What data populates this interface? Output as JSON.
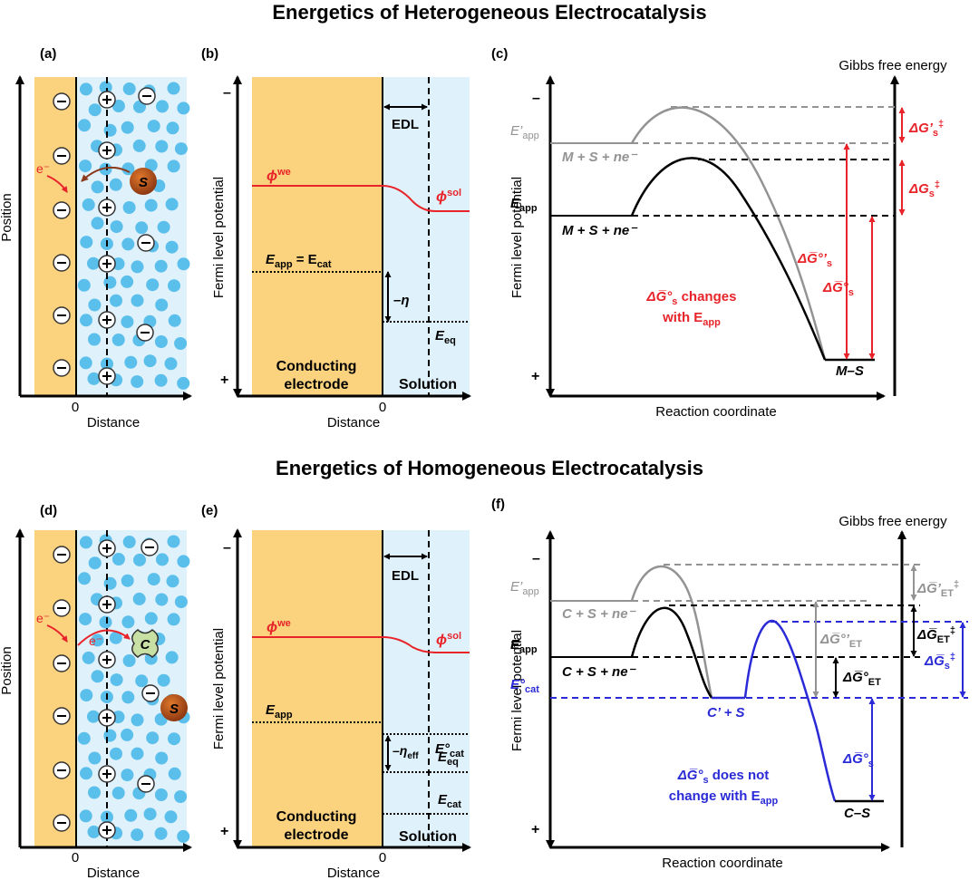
{
  "colors": {
    "electrode": "#fbd27e",
    "solution": "#dff1fa",
    "particle": "#5bbfec",
    "red": "#e8242a",
    "gray": "#939393",
    "black": "#000000",
    "blue": "#2a2ad6"
  },
  "top": {
    "title": "Energetics of Heterogeneous Electrocatalysis",
    "a": {
      "label": "(a)",
      "position": "Position",
      "zero": "0",
      "distance": "Distance",
      "electron": "e⁻",
      "species": "S"
    },
    "b": {
      "label": "(b)",
      "minus": "–",
      "plus": "+",
      "yaxis": "Fermi level potential",
      "edl": "EDL",
      "phi_we": "ϕ",
      "phi_we_sup": "we",
      "phi_sol": "ϕ",
      "phi_sol_sup": "sol",
      "eapp_ecat": "E",
      "eapp_sub": "app",
      "eapp_mid": " = E",
      "ecat_sub": "cat",
      "neg_eta": "–η",
      "eeq": "E",
      "eeq_sub": "eq",
      "electrode1": "Conducting",
      "electrode2": "electrode",
      "solution": "Solution",
      "zero": "0",
      "distance": "Distance"
    },
    "c": {
      "label": "(c)",
      "gibbs": "Gibbs free energy",
      "yaxis": "Fermi level potential",
      "minus": "–",
      "plus": "+",
      "eapp_prime": "E’",
      "eapp_prime_sub": "app",
      "eapp": "E",
      "eapp_sub": "app",
      "state_gray": "M + S + ne⁻",
      "state_black": "M + S + ne⁻",
      "product": "M–S",
      "dg_prime_ts": "ΔG’",
      "dg_prime_ts_sub": "s",
      "dg_prime_ts_sup": "‡",
      "dg_ts": "ΔG",
      "dg_ts_sub": "s",
      "dg_ts_sup": "‡",
      "dg0_prime": "ΔG̅°’",
      "dg0_prime_sub": "s",
      "dg0": "ΔG̅°",
      "dg0_sub": "s",
      "note1": "ΔG̅°",
      "note1_sub": "s",
      "note1_rest": " changes",
      "note2": "with E",
      "note2_sub": "app",
      "xaxis": "Reaction coordinate"
    }
  },
  "bottom": {
    "title": "Energetics of Homogeneous Electrocatalysis",
    "d": {
      "label": "(d)",
      "position": "Position",
      "zero": "0",
      "distance": "Distance",
      "electron1": "e⁻",
      "electron2": "e⁻",
      "catalyst": "C",
      "species": "S"
    },
    "e": {
      "label": "(e)",
      "minus": "–",
      "plus": "+",
      "yaxis": "Fermi level potential",
      "edl": "EDL",
      "phi_we": "ϕ",
      "phi_we_sup": "we",
      "phi_sol": "ϕ",
      "phi_sol_sup": "sol",
      "eapp": "E",
      "eapp_sub": "app",
      "e0cat": "E°",
      "e0cat_sub": "cat",
      "neg_eta_eff": "–η",
      "neg_eta_eff_sub": "eff",
      "eeq": "E",
      "eeq_sub": "eq",
      "ecat": "E",
      "ecat_sub": "cat",
      "electrode1": "Conducting",
      "electrode2": "electrode",
      "solution": "Solution",
      "zero": "0",
      "distance": "Distance"
    },
    "f": {
      "label": "(f)",
      "gibbs": "Gibbs free energy",
      "yaxis": "Fermi level potential",
      "minus": "–",
      "plus": "+",
      "eapp_prime": "E’",
      "eapp_prime_sub": "app",
      "eapp": "E",
      "eapp_sub": "app",
      "e0cat": "E°",
      "e0cat_sub": "cat",
      "state_gray": "C + S + ne⁻",
      "state_black": "C + S + ne⁻",
      "intermediate": "C’ + S",
      "product": "C–S",
      "dg_prime_et": "ΔG̅’",
      "dg_prime_et_sub": "ET",
      "dg_prime_et_sup": "‡",
      "dg_et": "ΔG̅",
      "dg_et_sub": "ET",
      "dg_et_sup": "‡",
      "dg_s_ts": "ΔG̅",
      "dg_s_ts_sub": "s",
      "dg_s_ts_sup": "‡",
      "dg0_prime_et": "ΔG̅°’",
      "dg0_prime_et_sub": "ET",
      "dg0_et": "ΔG̅°",
      "dg0_et_sub": "ET",
      "dg0_s": "ΔG̅°",
      "dg0_s_sub": "s",
      "note1": "ΔG̅°",
      "note1_sub": "s",
      "note1_rest": " does not",
      "note2": "change with E",
      "note2_sub": "app",
      "xaxis": "Reaction coordinate"
    }
  }
}
